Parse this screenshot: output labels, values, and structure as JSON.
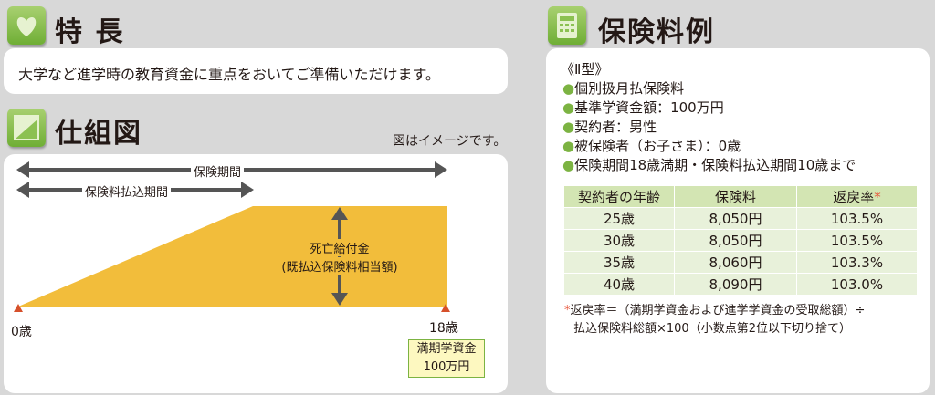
{
  "features": {
    "title": "特 長",
    "text": "大学など進学時の教育資金に重点をおいてご準備いただけます。"
  },
  "mechanism": {
    "title": "仕組図",
    "note": "図はイメージです。",
    "insurance_period": "保険期間",
    "payment_period": "保険料払込期間",
    "death_benefit": "死亡給付金",
    "death_benefit_sub": "(既払込保険料相当額)",
    "start_age": "0歳",
    "end_age": "18歳",
    "maturity_line1": "満期学資金",
    "maturity_line2": "100万円"
  },
  "premium": {
    "title": "保険料例",
    "type": "《Ⅱ型》",
    "conditions": [
      "個別扱月払保険料",
      "基準学資金額：100万円",
      "契約者：男性",
      "被保険者（お子さま）：0歳",
      "保険期間18歳満期・保険料払込期間10歳まで"
    ],
    "bullet": "●",
    "headers": [
      "契約者の年齢",
      "保険料",
      "返戻率"
    ],
    "asterisk": "*",
    "rows": [
      [
        "25歳",
        "8,050円",
        "103.5%"
      ],
      [
        "30歳",
        "8,050円",
        "103.5%"
      ],
      [
        "35歳",
        "8,060円",
        "103.3%"
      ],
      [
        "40歳",
        "8,090円",
        "103.0%"
      ]
    ],
    "footnote1": "返戻率＝（満期学資金および進学学資金の受取総額）÷",
    "footnote2": "払込保険料総額×100（小数点第2位以下切り捨て）"
  },
  "colors": {
    "accent": "#7cb342",
    "fill": "#f2bd3b",
    "marker": "#d6502b"
  }
}
